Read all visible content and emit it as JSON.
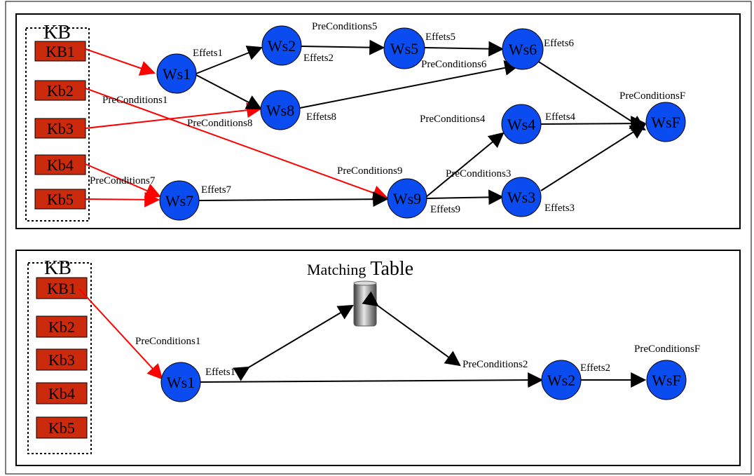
{
  "top_panel": {
    "kb_title": "KB",
    "kb_items": [
      "KB1",
      "Kb2",
      "Kb3",
      "Kb4",
      "Kb5"
    ],
    "nodes": [
      "Ws1",
      "Ws2",
      "Ws5",
      "Ws6",
      "Ws8",
      "Ws4",
      "WsF",
      "Ws7",
      "Ws9",
      "Ws3"
    ],
    "labels": [
      "Effets1",
      "PreConditions5",
      "Effets5",
      "Effets2",
      "Effets6",
      "PreConditions6",
      "PreConditions1",
      "Effets8",
      "PreConditions8",
      "PreConditionsF",
      "PreConditions4",
      "Effets4",
      "PreConditions7",
      "Effets7",
      "PreConditions9",
      "PreConditions3",
      "Effets9",
      "Effets3"
    ]
  },
  "bottom_panel": {
    "kb_title": "KB",
    "kb_items": [
      "KB1",
      "Kb2",
      "Kb3",
      "Kb4",
      "Kb5"
    ],
    "matching_table_small": "Matching",
    "matching_table_big": "Table",
    "nodes": [
      "Ws1",
      "Ws2",
      "WsF"
    ],
    "labels": [
      "PreConditions1",
      "Effets1",
      "PreConditions2",
      "Effets2",
      "PreConditionsF"
    ]
  },
  "colors": {
    "node_fill": "#0a4cf0",
    "kb_fill": "#cc2a0c",
    "red_edge": "#ff0000",
    "black_edge": "#000000"
  }
}
